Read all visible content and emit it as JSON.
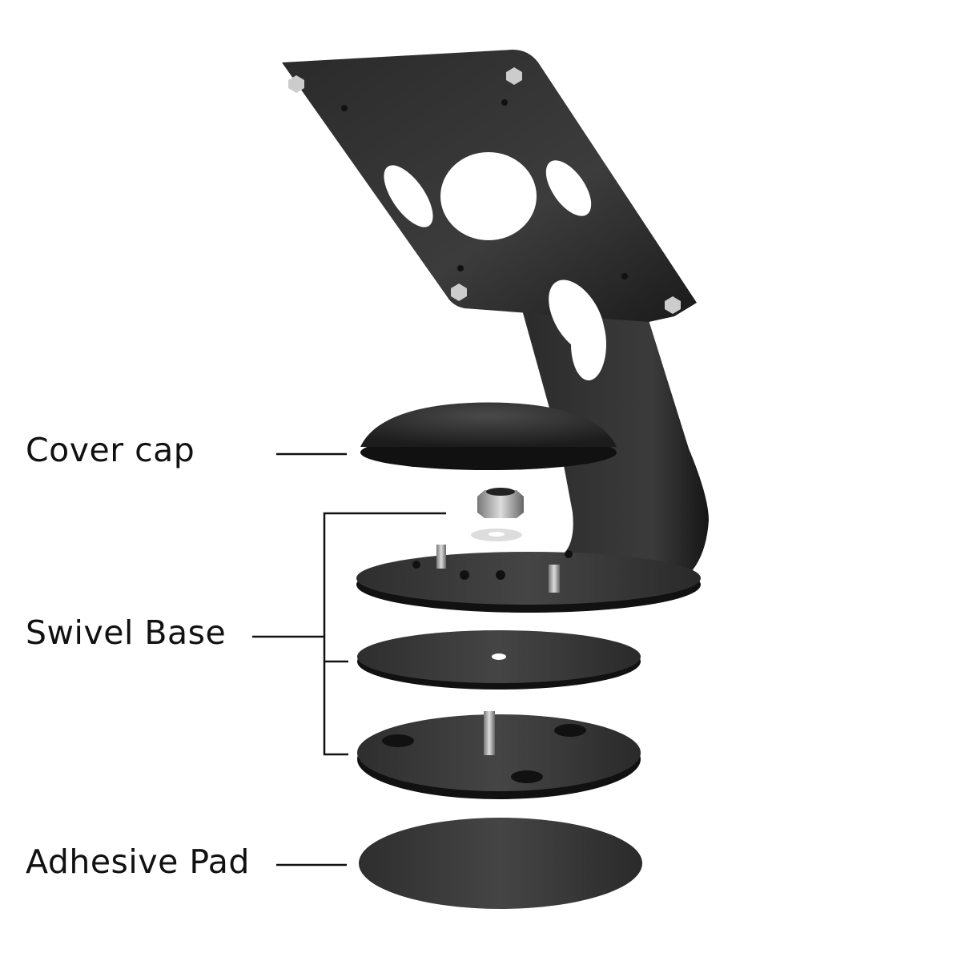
{
  "labels": {
    "cover_cap": "Cover cap",
    "swivel_base": "Swivel Base",
    "adhesive_pad": "Adhesive Pad"
  },
  "colors": {
    "metal_dark": "#1e1e1e",
    "metal_mid": "#3a3a3a",
    "leader_line": "#111111"
  }
}
